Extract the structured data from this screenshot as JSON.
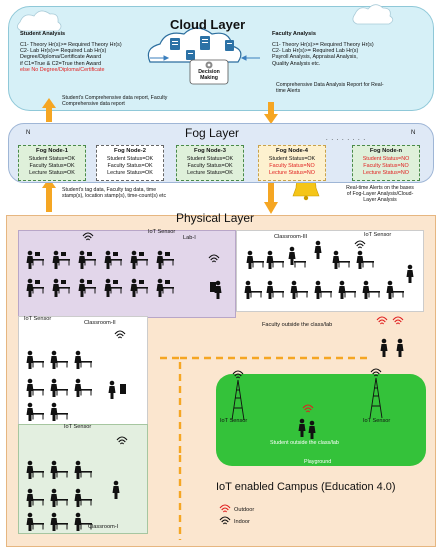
{
  "cloud": {
    "title": "Cloud Layer",
    "student_analysis": {
      "title": "Student Analysis",
      "lines": [
        "C1- Theory Hr(s)>= Required Theory Hr(s)",
        "C2- Lab Hr(s)>= Required Lab Hr(s)",
        "Degree/Diploma/Certificate Award",
        "if C1=True & C2=True then Award",
        "else  No Degree/Diploma/Certificate"
      ]
    },
    "faculty_analysis": {
      "title": "Faculty Analysis",
      "lines": [
        "C1- Theory Hr(s)>= Required Theory Hr(s)",
        "C2- Lab Hr(s)>= Required Lab Hr(s)",
        "Payroll Analysis, Appraisal Analysis,",
        "Quality Analysis etc."
      ]
    },
    "decision_label": "Decision Making"
  },
  "arrows": {
    "comprehensive_report": [
      "Comprehensive Data Analysis Report for Real-",
      "time Alerts"
    ],
    "student_report": [
      "Student's Comprehensive data report, Faculty",
      "Comprehensive data report"
    ],
    "tag_data": [
      "Student's tag data, Faculty tag data, time",
      "stamp(s), location stamp(s), time-count(s) etc"
    ],
    "alerts": [
      "Real-time Alerts on the bases",
      "of Fog-Layer Analysis/Cloud-",
      "Layer Analysis"
    ]
  },
  "fog": {
    "title": "Fog Layer",
    "n_left": "N",
    "n_right": "N",
    "dots": ". . . . . . . .",
    "nodes": [
      {
        "title": "Fog Node-1",
        "student": "Student Status=OK",
        "faculty": "Faculty Status=OK",
        "lecture": "Lecture Status=OK",
        "fill": "#dff0da"
      },
      {
        "title": "Fog Node-2",
        "student": "Student Status=OK",
        "faculty": "Faculty Status=OK",
        "lecture": "Lecture Status=OK",
        "fill": "#ffffff"
      },
      {
        "title": "Fog Node-3",
        "student": "Student Status=OK",
        "faculty": "Faculty Status=OK",
        "lecture": "Lecture Status=OK",
        "fill": "#dff0da"
      },
      {
        "title": "Fog Node-4",
        "student": "Student Status=OK",
        "faculty": "Faculty Status=NO",
        "lecture": "Lecture Status=NO",
        "fill": "#fdf1cf"
      },
      {
        "title": "Fog Node-n",
        "student": "Student Status=NO",
        "faculty": "Faculty Status=NO",
        "lecture": "Lecture Status=NO",
        "fill": "#dff0da"
      }
    ]
  },
  "physical": {
    "title": "Physical Layer",
    "lab1": "Lab-I",
    "classroom3": "Classroom-III",
    "classroom2": "Classroom-II",
    "classroom1": "Classroom-I",
    "iot_sensor": "IoT Sensor",
    "faculty_outside": "Faculty outside the class/lab",
    "student_outside": "Student outside the class/lab",
    "playground": "Playground",
    "campus_title": "IoT enabled Campus (Education 4.0)",
    "legend_outdoor": "Outdoor",
    "legend_indoor": "Indoor"
  },
  "colors": {
    "cloud_fill": "#d6f0f7",
    "fog_fill": "#dfe9f6",
    "physical_fill": "#fbe6cf",
    "lab_fill": "#e2d6ea",
    "classroom1_fill": "#e3efe0",
    "playground_fill": "#34c23a",
    "arrow_orange": "#f5a623",
    "alert_red": "#e02020"
  },
  "icons": [
    "cloud-icon",
    "server-icon",
    "gear-icon",
    "bell-icon",
    "wifi-icon",
    "tower-icon",
    "person-icon",
    "desk-icon",
    "computer-icon"
  ]
}
